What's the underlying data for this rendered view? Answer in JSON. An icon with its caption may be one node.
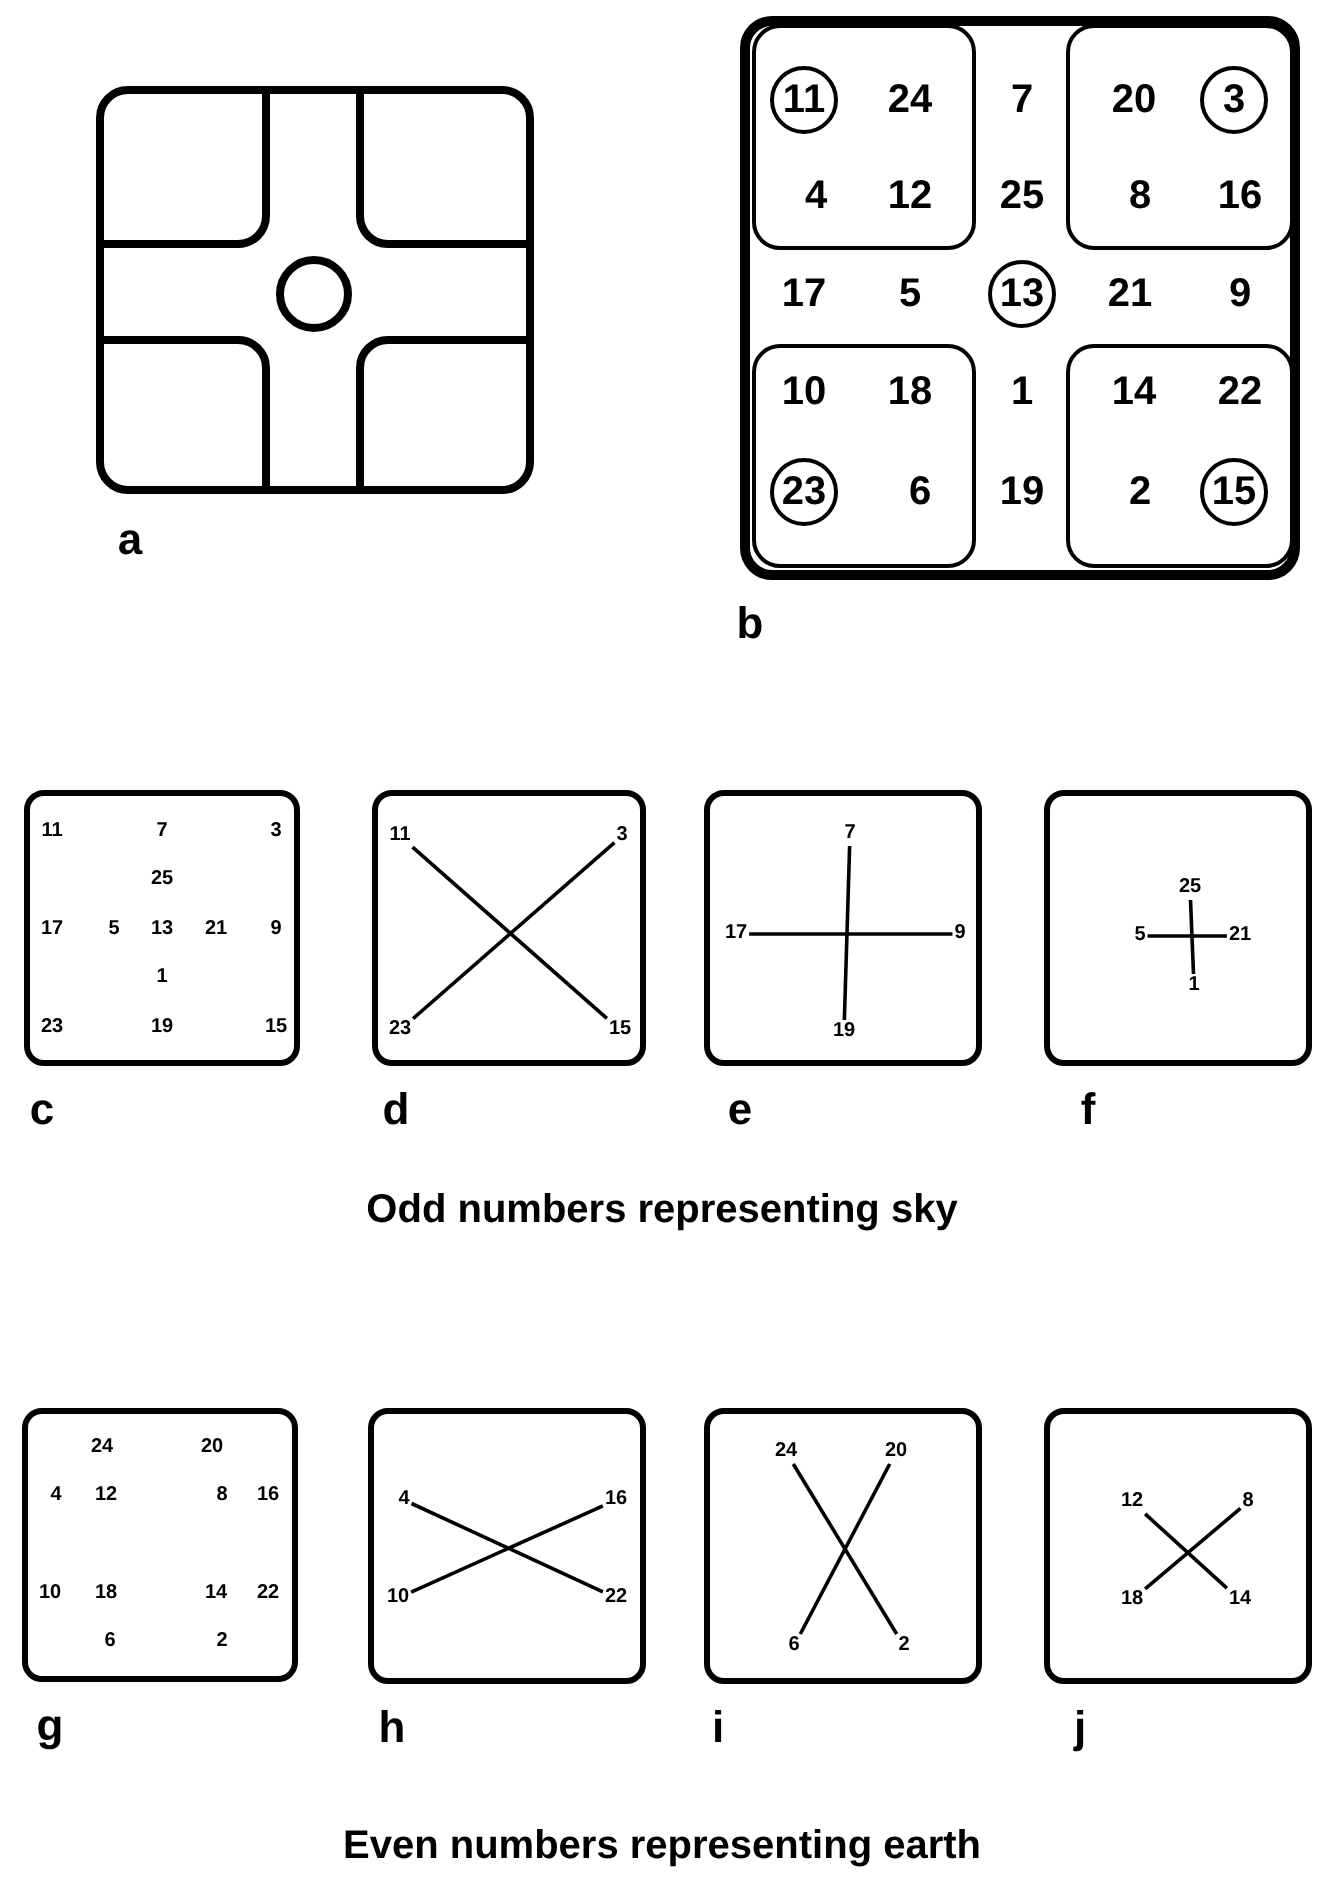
{
  "diagram": {
    "nodes": [
      {
        "text": [
          "7",
          "25",
          "17",
          "5",
          "21",
          "9",
          "1",
          "19"
        ],
        "beside": [
          "b"
        ]
      },
      {
        "text": [
          "24",
          "4",
          "12"
        ],
        "in": 0
      },
      {
        "text": [
          "11"
        ],
        "in": 1
      },
      {
        "text": [
          "20",
          "8",
          "16"
        ],
        "in": 0
      },
      {
        "text": [
          "3"
        ],
        "in": 3
      },
      {
        "text": [
          "13"
        ],
        "in": 0
      },
      {
        "text": [
          "10",
          "18",
          "6"
        ],
        "in": 0
      },
      {
        "text": [
          "23"
        ],
        "in": 6
      },
      {
        "text": [
          "14",
          "22",
          "2"
        ],
        "in": 0
      },
      {
        "text": [
          "15"
        ],
        "in": 8
      },
      {
        "text": [
          "11",
          "7",
          "3",
          "25",
          "17",
          "5",
          "13",
          "21",
          "9",
          "1",
          "23",
          "19",
          "15"
        ],
        "beside": [
          "c"
        ]
      },
      {
        "text": [],
        "shape": "box",
        "beside": [
          "d"
        ]
      },
      {
        "text": [
          "11"
        ],
        "in": 11
      },
      {
        "text": [
          "3"
        ],
        "in": 11
      },
      {
        "text": [
          "23"
        ],
        "in": 11
      },
      {
        "text": [
          "15"
        ],
        "in": 11
      },
      {
        "text": [],
        "shape": "box",
        "beside": [
          "e"
        ]
      },
      {
        "text": [
          "7"
        ],
        "in": 16
      },
      {
        "text": [
          "17"
        ],
        "in": 16
      },
      {
        "text": [
          "9"
        ],
        "in": 16
      },
      {
        "text": [
          "19"
        ],
        "in": 16
      },
      {
        "text": [],
        "shape": "box",
        "beside": [
          "f"
        ]
      },
      {
        "text": [
          "25"
        ],
        "in": 21
      },
      {
        "text": [
          "5"
        ],
        "in": 21
      },
      {
        "text": [
          "21"
        ],
        "in": 21
      },
      {
        "text": [
          "1"
        ],
        "in": 21
      },
      {
        "text": [
          "24",
          "20",
          "4",
          "12",
          "8",
          "16",
          "10",
          "18",
          "14",
          "22",
          "6",
          "2"
        ],
        "beside": [
          "g"
        ]
      },
      {
        "text": [],
        "shape": "box",
        "beside": [
          "h"
        ]
      },
      {
        "text": [
          "4"
        ],
        "in": 27
      },
      {
        "text": [
          "16"
        ],
        "in": 27
      },
      {
        "text": [
          "10"
        ],
        "in": 27
      },
      {
        "text": [
          "22"
        ],
        "in": 27
      },
      {
        "text": [],
        "shape": "box",
        "beside": [
          "i"
        ]
      },
      {
        "text": [
          "24"
        ],
        "in": 32
      },
      {
        "text": [
          "20"
        ],
        "in": 32
      },
      {
        "text": [
          "6"
        ],
        "in": 32
      },
      {
        "text": [
          "2"
        ],
        "in": 32
      },
      {
        "text": [],
        "shape": "box",
        "beside": [
          "j"
        ]
      },
      {
        "text": [
          "12"
        ],
        "in": 37
      },
      {
        "text": [
          "8"
        ],
        "in": 37
      },
      {
        "text": [
          "18"
        ],
        "in": 37
      },
      {
        "text": [
          "14"
        ],
        "in": 37
      }
    ],
    "edges": [
      {
        "from": 12,
        "to": 15,
        "arrow": "none"
      },
      {
        "from": 13,
        "to": 14,
        "arrow": "none"
      },
      {
        "from": 17,
        "to": 20,
        "arrow": "none"
      },
      {
        "from": 18,
        "to": 19,
        "arrow": "none"
      },
      {
        "from": 22,
        "to": 25,
        "arrow": "none"
      },
      {
        "from": 23,
        "to": 24,
        "arrow": "none"
      },
      {
        "from": 28,
        "to": 31,
        "arrow": "none"
      },
      {
        "from": 30,
        "to": 29,
        "arrow": "none"
      },
      {
        "from": 33,
        "to": 36,
        "arrow": "none"
      },
      {
        "from": 34,
        "to": 35,
        "arrow": "none"
      },
      {
        "from": 38,
        "to": 41,
        "arrow": "none"
      },
      {
        "from": 39,
        "to": 40,
        "arrow": "none"
      }
    ],
    "labels": [
      "a",
      "Odd numbers representing sky",
      "Even numbers representing earth"
    ]
  }
}
